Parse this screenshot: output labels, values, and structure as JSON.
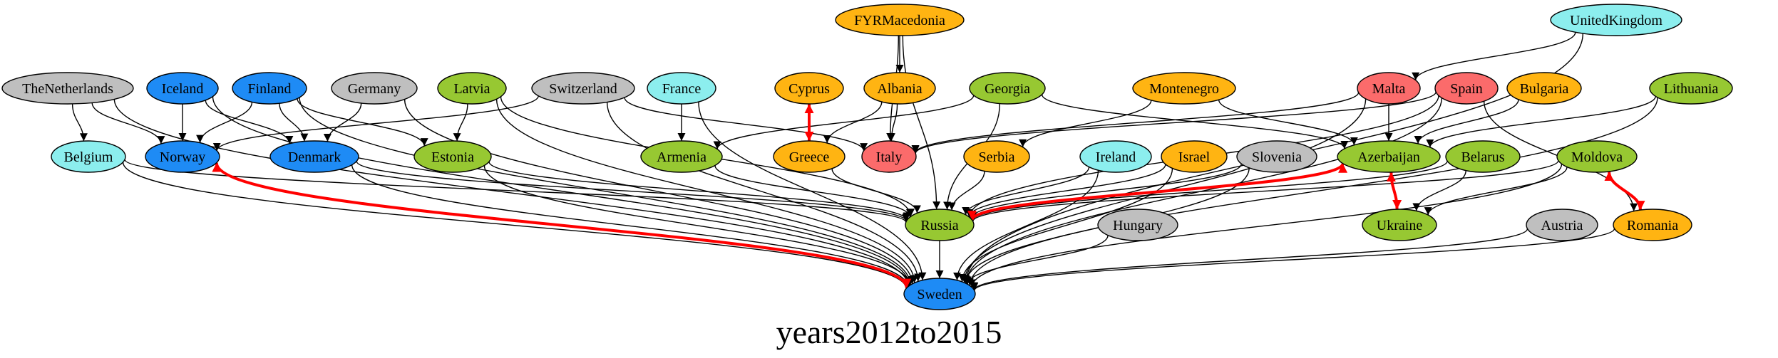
{
  "caption": "years2012to2015",
  "colors": {
    "cyan": "#8ceeee",
    "orange": "#ffb412",
    "green": "#97c832",
    "red": "#fb6b6b",
    "grey": "#bfbfbf",
    "blue": "#1e8bf5",
    "edge": "#000000",
    "highlight": "#ff0000"
  },
  "nodes": [
    {
      "id": "FYRMacedonia",
      "label": "FYRMacedonia",
      "color": "orange"
    },
    {
      "id": "UnitedKingdom",
      "label": "UnitedKingdom",
      "color": "cyan"
    },
    {
      "id": "TheNetherlands",
      "label": "TheNetherlands",
      "color": "grey"
    },
    {
      "id": "Iceland",
      "label": "Iceland",
      "color": "blue"
    },
    {
      "id": "Finland",
      "label": "Finland",
      "color": "blue"
    },
    {
      "id": "Germany",
      "label": "Germany",
      "color": "grey"
    },
    {
      "id": "Latvia",
      "label": "Latvia",
      "color": "green"
    },
    {
      "id": "Switzerland",
      "label": "Switzerland",
      "color": "grey"
    },
    {
      "id": "France",
      "label": "France",
      "color": "cyan"
    },
    {
      "id": "Cyprus",
      "label": "Cyprus",
      "color": "orange"
    },
    {
      "id": "Albania",
      "label": "Albania",
      "color": "orange"
    },
    {
      "id": "Georgia",
      "label": "Georgia",
      "color": "green"
    },
    {
      "id": "Montenegro",
      "label": "Montenegro",
      "color": "orange"
    },
    {
      "id": "Malta",
      "label": "Malta",
      "color": "red"
    },
    {
      "id": "Spain",
      "label": "Spain",
      "color": "red"
    },
    {
      "id": "Bulgaria",
      "label": "Bulgaria",
      "color": "orange"
    },
    {
      "id": "Lithuania",
      "label": "Lithuania",
      "color": "green"
    },
    {
      "id": "Belgium",
      "label": "Belgium",
      "color": "cyan"
    },
    {
      "id": "Norway",
      "label": "Norway",
      "color": "blue"
    },
    {
      "id": "Denmark",
      "label": "Denmark",
      "color": "blue"
    },
    {
      "id": "Estonia",
      "label": "Estonia",
      "color": "green"
    },
    {
      "id": "Armenia",
      "label": "Armenia",
      "color": "green"
    },
    {
      "id": "Greece",
      "label": "Greece",
      "color": "orange"
    },
    {
      "id": "Italy",
      "label": "Italy",
      "color": "red"
    },
    {
      "id": "Serbia",
      "label": "Serbia",
      "color": "orange"
    },
    {
      "id": "Ireland",
      "label": "Ireland",
      "color": "cyan"
    },
    {
      "id": "Israel",
      "label": "Israel",
      "color": "orange"
    },
    {
      "id": "Slovenia",
      "label": "Slovenia",
      "color": "grey"
    },
    {
      "id": "Azerbaijan",
      "label": "Azerbaijan",
      "color": "green"
    },
    {
      "id": "Belarus",
      "label": "Belarus",
      "color": "green"
    },
    {
      "id": "Moldova",
      "label": "Moldova",
      "color": "green"
    },
    {
      "id": "Russia",
      "label": "Russia",
      "color": "green"
    },
    {
      "id": "Hungary",
      "label": "Hungary",
      "color": "grey"
    },
    {
      "id": "Ukraine",
      "label": "Ukraine",
      "color": "green"
    },
    {
      "id": "Austria",
      "label": "Austria",
      "color": "grey"
    },
    {
      "id": "Romania",
      "label": "Romania",
      "color": "orange"
    },
    {
      "id": "Sweden",
      "label": "Sweden",
      "color": "blue"
    }
  ],
  "edges": [
    {
      "from": "FYRMacedonia",
      "to": "Albania"
    },
    {
      "from": "FYRMacedonia",
      "to": "Italy"
    },
    {
      "from": "FYRMacedonia",
      "to": "Russia"
    },
    {
      "from": "UnitedKingdom",
      "to": "Malta"
    },
    {
      "from": "UnitedKingdom",
      "to": "Sweden"
    },
    {
      "from": "TheNetherlands",
      "to": "Belgium"
    },
    {
      "from": "TheNetherlands",
      "to": "Norway"
    },
    {
      "from": "TheNetherlands",
      "to": "Sweden"
    },
    {
      "from": "Iceland",
      "to": "Norway"
    },
    {
      "from": "Iceland",
      "to": "Denmark"
    },
    {
      "from": "Iceland",
      "to": "Sweden"
    },
    {
      "from": "Finland",
      "to": "Norway"
    },
    {
      "from": "Finland",
      "to": "Denmark"
    },
    {
      "from": "Finland",
      "to": "Estonia"
    },
    {
      "from": "Finland",
      "to": "Sweden"
    },
    {
      "from": "Germany",
      "to": "Denmark"
    },
    {
      "from": "Germany",
      "to": "Sweden"
    },
    {
      "from": "Latvia",
      "to": "Estonia"
    },
    {
      "from": "Latvia",
      "to": "Russia"
    },
    {
      "from": "Latvia",
      "to": "Sweden"
    },
    {
      "from": "Switzerland",
      "to": "Norway"
    },
    {
      "from": "Switzerland",
      "to": "Italy"
    },
    {
      "from": "Switzerland",
      "to": "Sweden"
    },
    {
      "from": "France",
      "to": "Armenia"
    },
    {
      "from": "France",
      "to": "Sweden"
    },
    {
      "from": "Albania",
      "to": "Greece"
    },
    {
      "from": "Albania",
      "to": "Italy"
    },
    {
      "from": "Georgia",
      "to": "Armenia"
    },
    {
      "from": "Georgia",
      "to": "Azerbaijan"
    },
    {
      "from": "Georgia",
      "to": "Russia"
    },
    {
      "from": "Montenegro",
      "to": "Serbia"
    },
    {
      "from": "Montenegro",
      "to": "Azerbaijan"
    },
    {
      "from": "Malta",
      "to": "Italy"
    },
    {
      "from": "Malta",
      "to": "Azerbaijan"
    },
    {
      "from": "Malta",
      "to": "Sweden"
    },
    {
      "from": "Spain",
      "to": "Italy"
    },
    {
      "from": "Spain",
      "to": "Russia"
    },
    {
      "from": "Spain",
      "to": "Romania"
    },
    {
      "from": "Spain",
      "to": "Sweden"
    },
    {
      "from": "Bulgaria",
      "to": "Azerbaijan"
    },
    {
      "from": "Lithuania",
      "to": "Azerbaijan"
    },
    {
      "from": "Lithuania",
      "to": "Sweden"
    },
    {
      "from": "Belgium",
      "to": "Russia"
    },
    {
      "from": "Belgium",
      "to": "Sweden"
    },
    {
      "from": "Denmark",
      "to": "Russia"
    },
    {
      "from": "Denmark",
      "to": "Sweden"
    },
    {
      "from": "Estonia",
      "to": "Russia"
    },
    {
      "from": "Estonia",
      "to": "Sweden"
    },
    {
      "from": "Armenia",
      "to": "Russia"
    },
    {
      "from": "Greece",
      "to": "Russia"
    },
    {
      "from": "Serbia",
      "to": "Russia"
    },
    {
      "from": "Ireland",
      "to": "Russia"
    },
    {
      "from": "Ireland",
      "to": "Sweden"
    },
    {
      "from": "Israel",
      "to": "Russia"
    },
    {
      "from": "Israel",
      "to": "Sweden"
    },
    {
      "from": "Slovenia",
      "to": "Russia"
    },
    {
      "from": "Slovenia",
      "to": "Sweden"
    },
    {
      "from": "Belarus",
      "to": "Russia"
    },
    {
      "from": "Belarus",
      "to": "Ukraine"
    },
    {
      "from": "Moldova",
      "to": "Russia"
    },
    {
      "from": "Moldova",
      "to": "Ukraine"
    },
    {
      "from": "Moldova",
      "to": "Sweden"
    },
    {
      "from": "Russia",
      "to": "Sweden"
    },
    {
      "from": "Hungary",
      "to": "Sweden"
    },
    {
      "from": "Austria",
      "to": "Sweden"
    },
    {
      "from": "Romania",
      "to": "Sweden"
    },
    {
      "from": "Cyprus",
      "to": "Greece",
      "mutual": true
    },
    {
      "from": "Norway",
      "to": "Sweden",
      "mutual": true
    },
    {
      "from": "Azerbaijan",
      "to": "Russia",
      "mutual": true
    },
    {
      "from": "Azerbaijan",
      "to": "Ukraine",
      "mutual": true
    },
    {
      "from": "Moldova",
      "to": "Romania",
      "mutual": true
    }
  ]
}
